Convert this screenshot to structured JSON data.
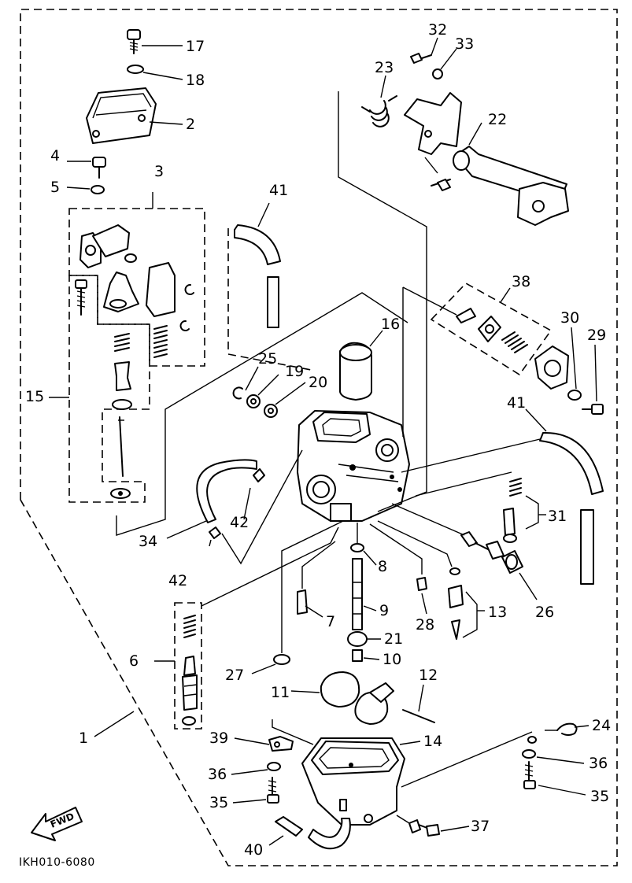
{
  "drawing_code": "IKH010-6080",
  "fwd_label": "FWD",
  "callouts": [
    "1",
    "2",
    "3",
    "4",
    "5",
    "6",
    "7",
    "8",
    "9",
    "10",
    "11",
    "12",
    "13",
    "14",
    "15",
    "16",
    "17",
    "18",
    "19",
    "20",
    "21",
    "22",
    "23",
    "24",
    "25",
    "26",
    "27",
    "28",
    "29",
    "30",
    "31",
    "32",
    "33",
    "34",
    "35",
    "36",
    "37",
    "38",
    "39",
    "40",
    "41",
    "42"
  ],
  "labels": {
    "n1": "1",
    "n2": "2",
    "n3": "3",
    "n4": "4",
    "n5": "5",
    "n6": "6",
    "n7": "7",
    "n8": "8",
    "n9": "9",
    "n10": "10",
    "n11": "11",
    "n12": "12",
    "n13": "13",
    "n14": "14",
    "n15": "15",
    "n16": "16",
    "n17": "17",
    "n18": "18",
    "n19": "19",
    "n20": "20",
    "n21": "21",
    "n22": "22",
    "n23": "23",
    "n24": "24",
    "n25": "25",
    "n26": "26",
    "n27": "27",
    "n28": "28",
    "n29": "29",
    "n30": "30",
    "n31": "31",
    "n32": "32",
    "n33": "33",
    "n34": "34",
    "n35a": "35",
    "n35b": "35",
    "n36a": "36",
    "n36b": "36",
    "n37": "37",
    "n38": "38",
    "n39": "39",
    "n40": "40",
    "n41a": "41",
    "n41b": "41",
    "n42a": "42",
    "n42b": "42"
  }
}
